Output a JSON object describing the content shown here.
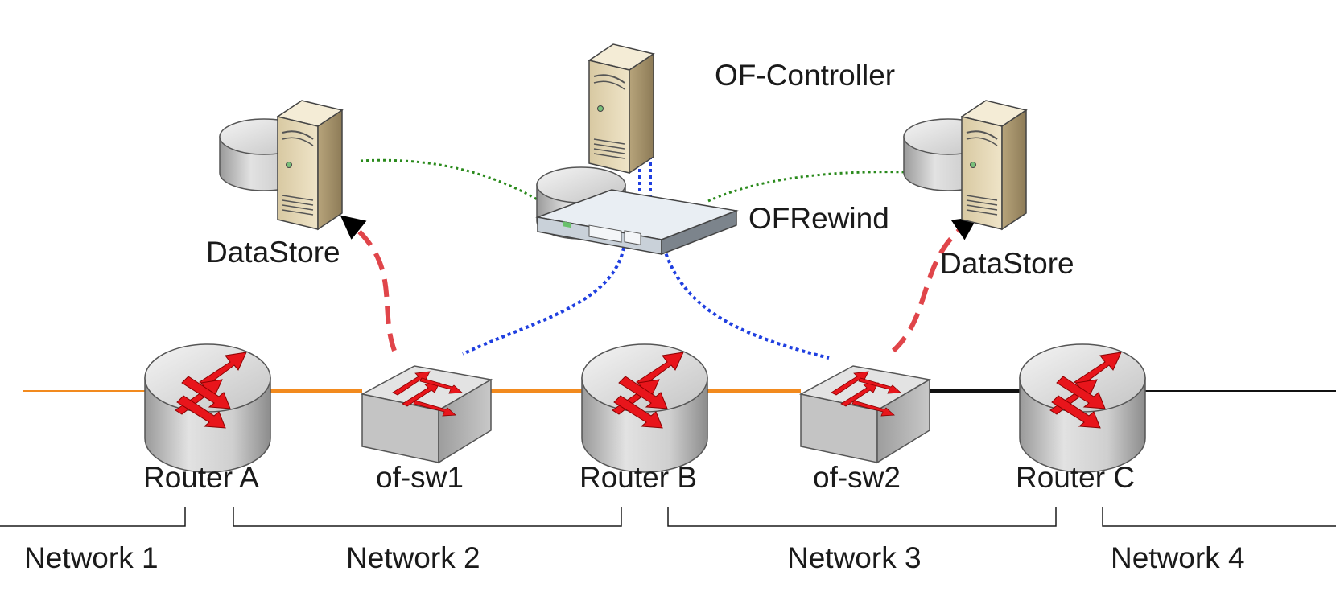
{
  "labels": {
    "controller": "OF-Controller",
    "ofrewind": "OFRewind",
    "datastore_left": "DataStore",
    "datastore_right": "DataStore",
    "router_a": "Router A",
    "ofsw1": "of-sw1",
    "router_b": "Router B",
    "ofsw2": "of-sw2",
    "router_c": "Router C"
  },
  "networks": [
    "Network 1",
    "Network 2",
    "Network 3",
    "Network 4"
  ],
  "colors": {
    "link_orange": "#f28a1e",
    "link_black": "#111111",
    "control_blue": "#1f3fe0",
    "datastore_green": "#2a8a1c",
    "record_red": "#e0454a",
    "server_beige": "#e4d6b4",
    "device_gray": "#c9c9c9",
    "router_arrows": "#e8151b"
  }
}
